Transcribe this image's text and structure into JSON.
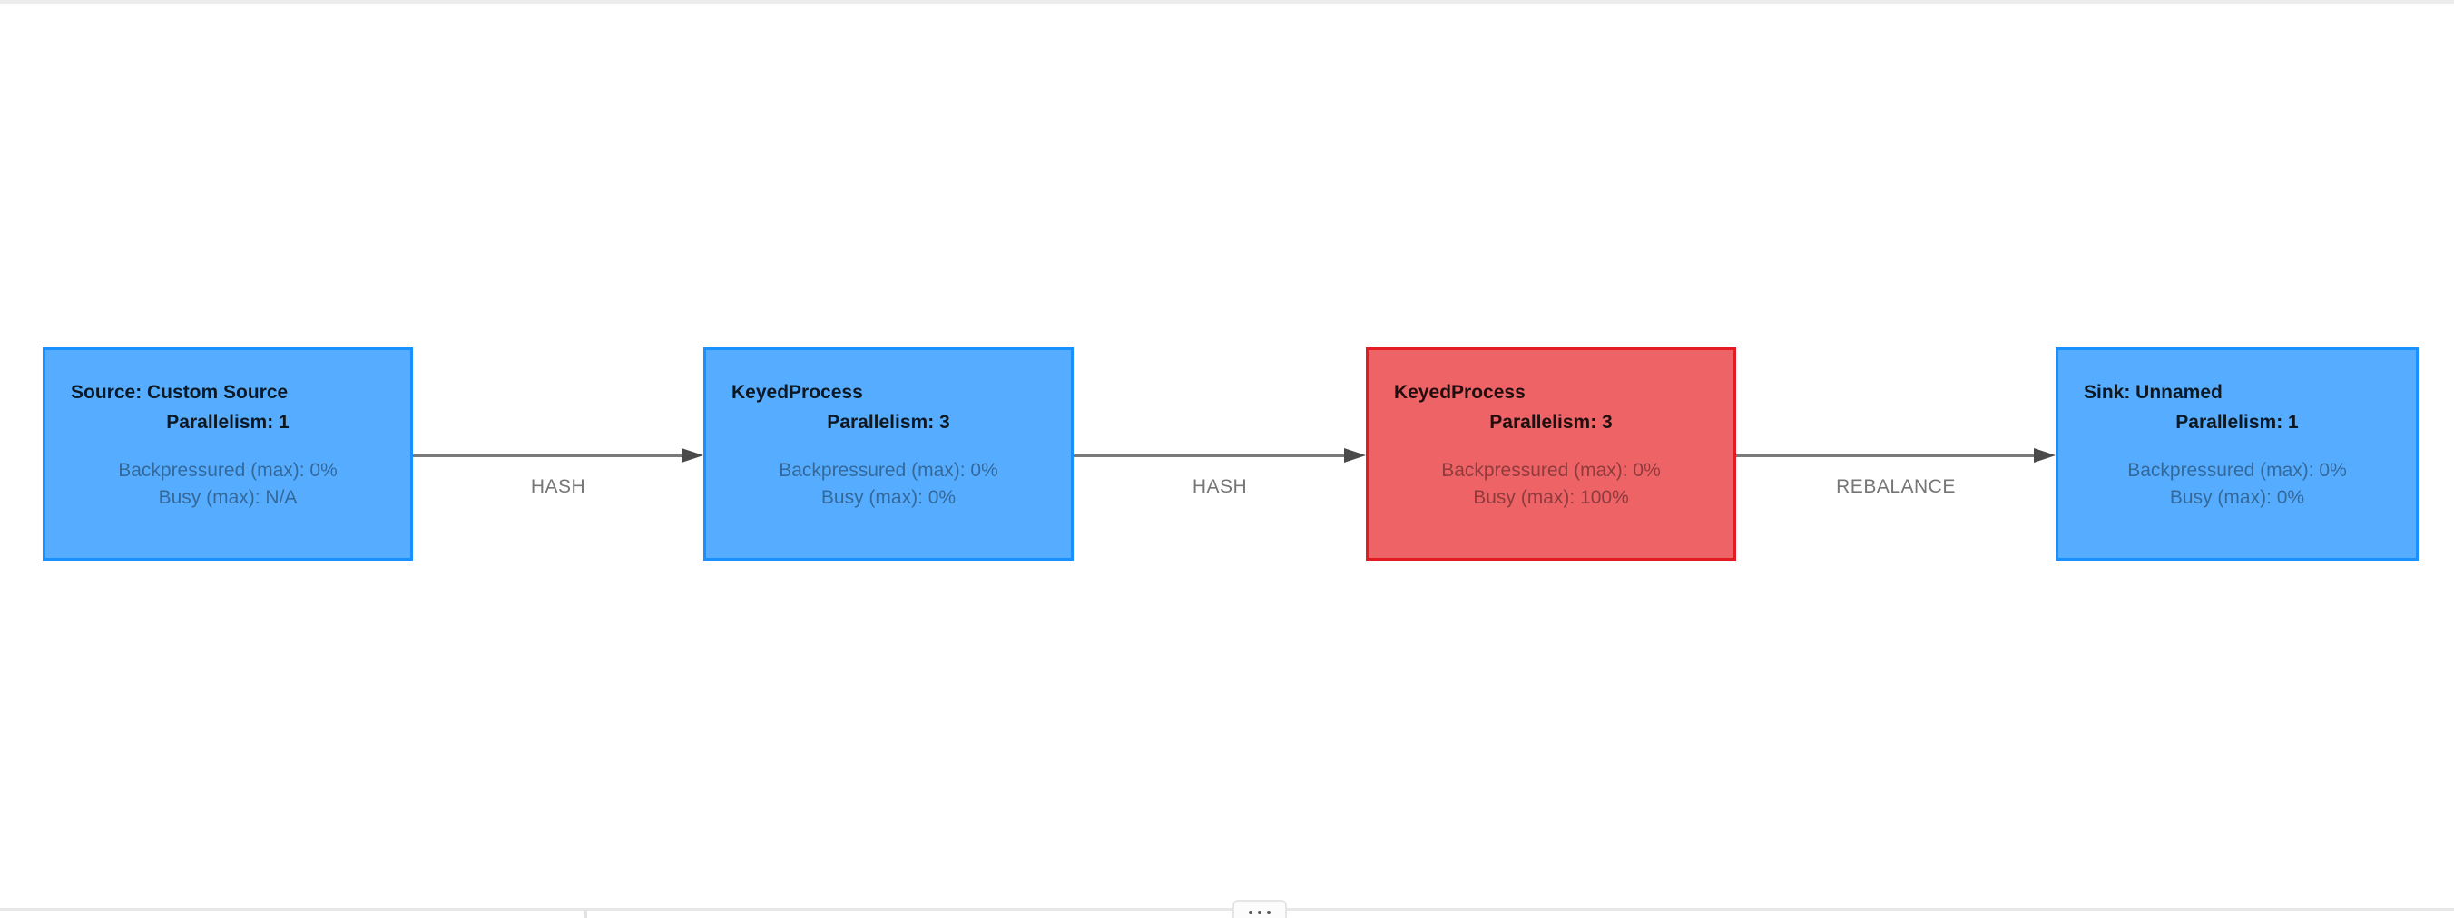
{
  "app": {
    "view": "Flink job graph"
  },
  "colors": {
    "node_blue_fill": "#56ADFF",
    "node_blue_border": "#1890FF",
    "node_red_fill": "#EE6366",
    "node_red_border": "#E31B22",
    "edge_line": "#7A7A7A",
    "edge_arrow": "#4A4A4A",
    "edge_label_text": "#767676",
    "top_strip": "#ECECEC",
    "bottom_divider": "#E7E7E7"
  },
  "graph": {
    "nodes": [
      {
        "title": "Source: Custom Source",
        "parallelism": "Parallelism: 1",
        "backpressured": "Backpressured (max): 0%",
        "busy": "Busy (max): N/A",
        "status": "normal"
      },
      {
        "title": "KeyedProcess",
        "parallelism": "Parallelism: 3",
        "backpressured": "Backpressured (max): 0%",
        "busy": "Busy (max): 0%",
        "status": "normal"
      },
      {
        "title": "KeyedProcess",
        "parallelism": "Parallelism: 3",
        "backpressured": "Backpressured (max): 0%",
        "busy": "Busy (max): 100%",
        "status": "busy"
      },
      {
        "title": "Sink: Unnamed",
        "parallelism": "Parallelism: 1",
        "backpressured": "Backpressured (max): 0%",
        "busy": "Busy (max): 0%",
        "status": "normal"
      }
    ],
    "edges": [
      {
        "label": "HASH"
      },
      {
        "label": "HASH"
      },
      {
        "label": "REBALANCE"
      }
    ]
  },
  "bottom_drawer": {
    "handle_icon": "ellipsis-drag-handle"
  }
}
